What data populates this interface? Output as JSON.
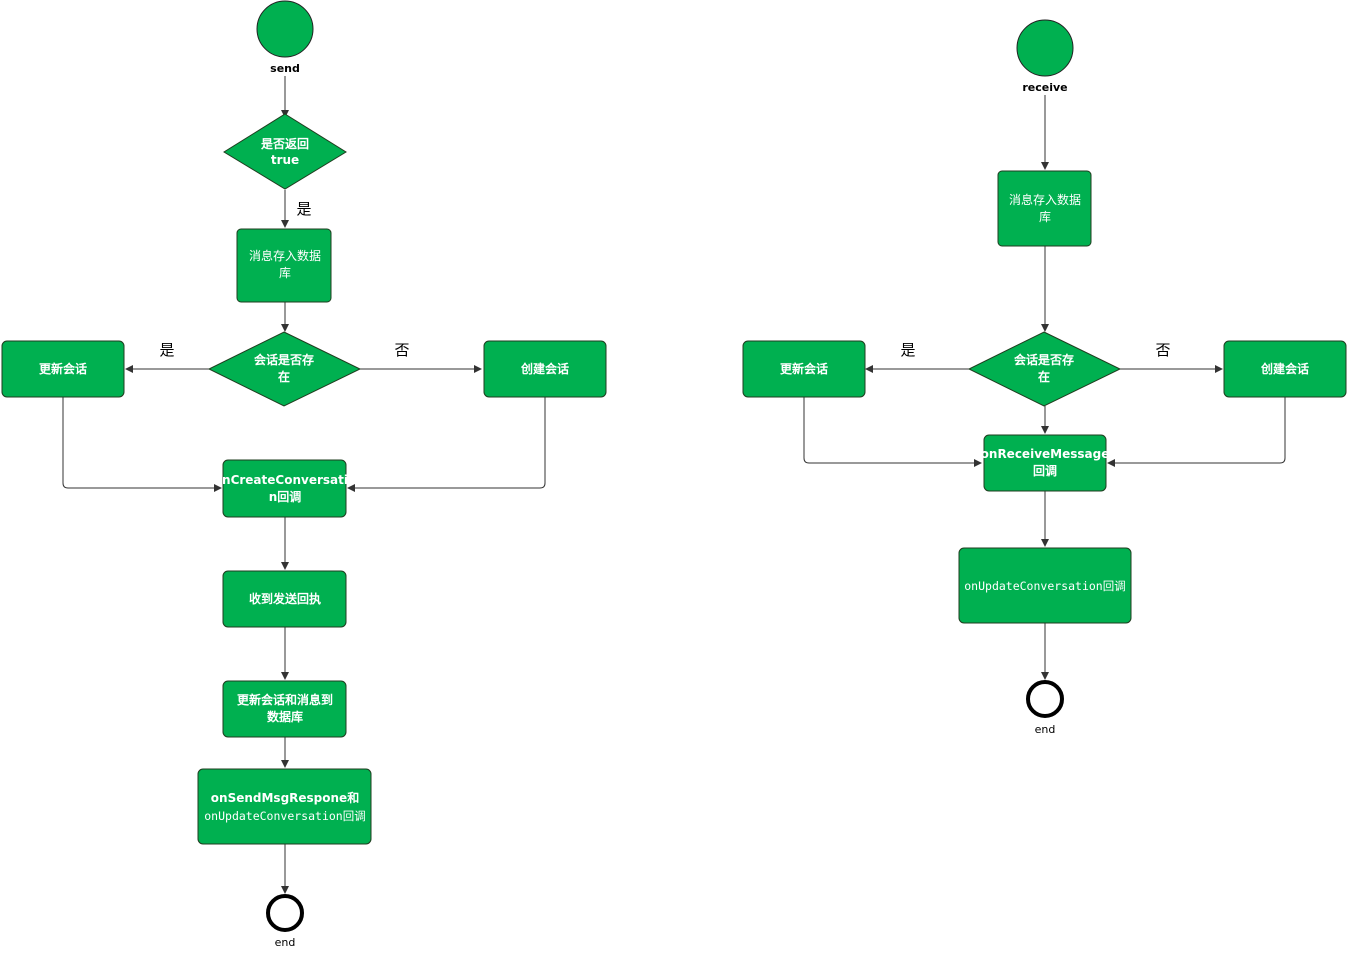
{
  "colors": {
    "node_fill": "#00b050",
    "node_text": "#ffffff",
    "edge": "#333333",
    "end_ring": "#000000"
  },
  "send_flow": {
    "start_label": "send",
    "decision_return": [
      "是否返回",
      "true"
    ],
    "edge_yes_1": "是",
    "store_message": [
      "消息存入数据",
      "库"
    ],
    "decision_exists": [
      "会话是否存",
      "在"
    ],
    "edge_yes_2": "是",
    "edge_no": "否",
    "update_conversation": "更新会话",
    "create_conversation": "创建会话",
    "on_create_callback": [
      "onCreateConversatio",
      "n回调"
    ],
    "receive_ack": "收到发送回执",
    "update_db": [
      "更新会话和消息到",
      "数据库"
    ],
    "final_callback": [
      "onSendMsgRespone和",
      "onUpdateConversation回调"
    ],
    "end_label": "end"
  },
  "receive_flow": {
    "start_label": "receive",
    "store_message": [
      "消息存入数据",
      "库"
    ],
    "decision_exists": [
      "会话是否存",
      "在"
    ],
    "edge_yes": "是",
    "edge_no": "否",
    "update_conversation": "更新会话",
    "create_conversation": "创建会话",
    "on_receive_callback": [
      "onReceiveMessage",
      "回调"
    ],
    "update_callback": "onUpdateConversation回调",
    "end_label": "end"
  }
}
